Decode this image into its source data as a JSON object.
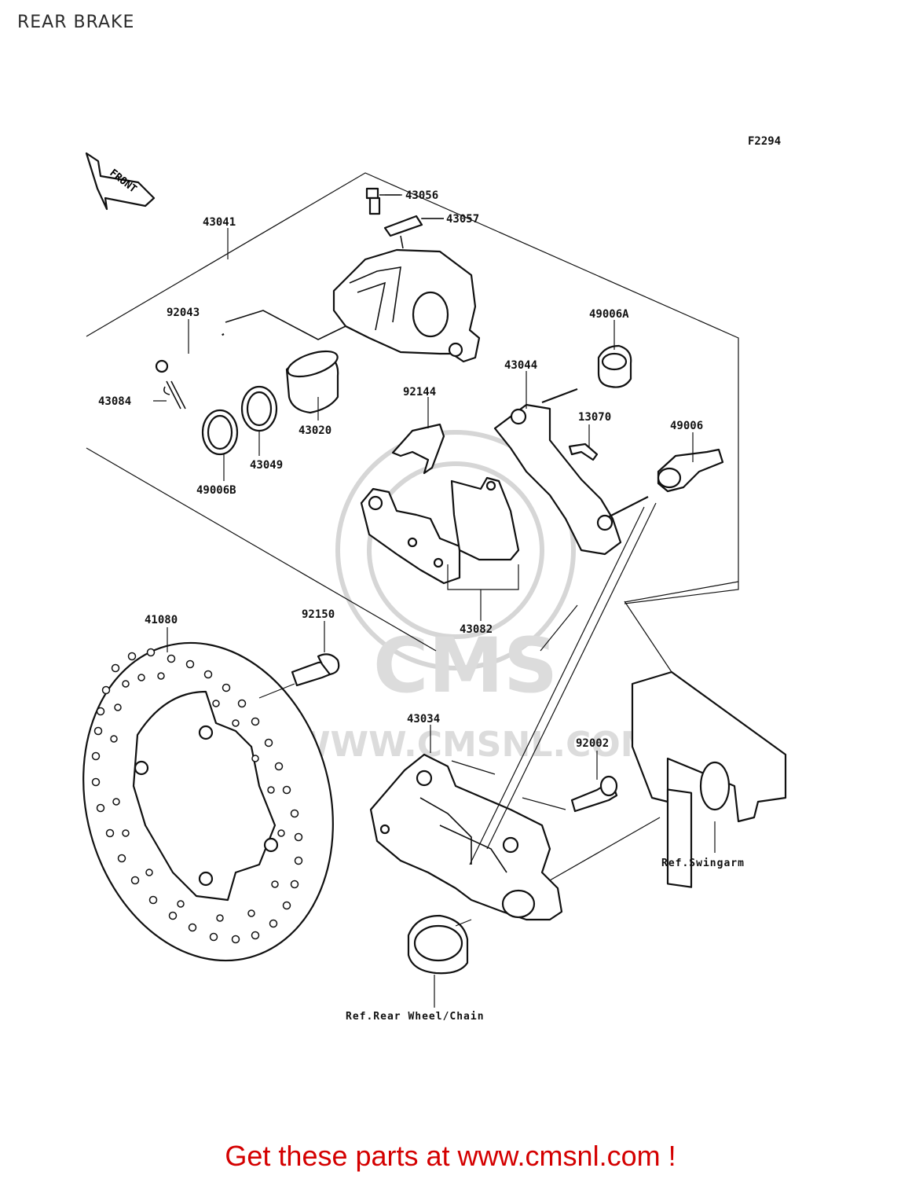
{
  "page": {
    "title": "REAR BRAKE",
    "figure_code": "F2294",
    "front_arrow_text": "FRONT",
    "watermark": {
      "logo": "CMS",
      "url": "WWW.CMSNL.COM"
    },
    "call_to_action": "Get these parts at www.cmsnl.com !"
  },
  "parts": {
    "p43056": "43056",
    "p43057": "43057",
    "p43041": "43041",
    "p92043": "92043",
    "p49006A": "49006A",
    "p43044": "43044",
    "p43084": "43084",
    "p92144": "92144",
    "p13070": "13070",
    "p49006": "49006",
    "p43020": "43020",
    "p43049": "43049",
    "p49006B": "49006B",
    "p43082": "43082",
    "p41080": "41080",
    "p92150": "92150",
    "p43034": "43034",
    "p92002": "92002"
  },
  "refs": {
    "swingarm": "Ref.Swingarm",
    "rear_wheel": "Ref.Rear Wheel/Chain"
  }
}
